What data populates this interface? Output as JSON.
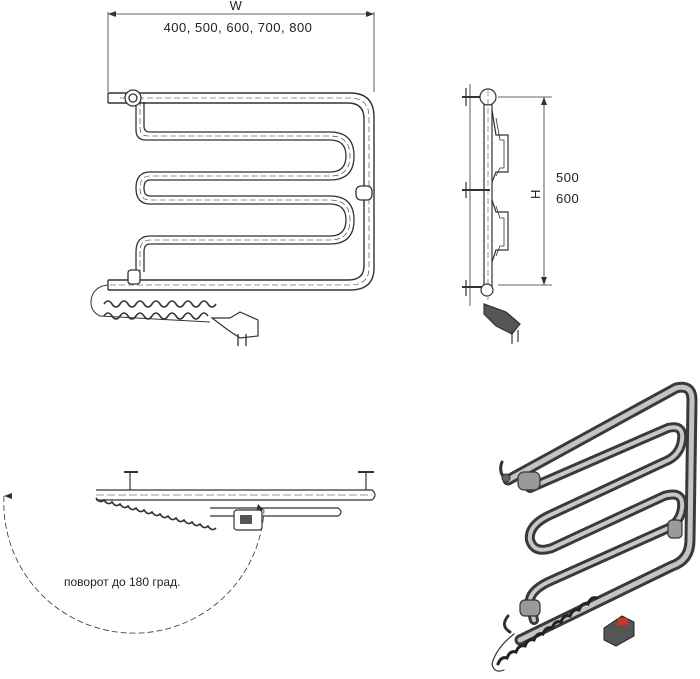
{
  "front_view": {
    "width_symbol": "W",
    "width_values": "400, 500, 600, 700, 800"
  },
  "side_view": {
    "height_symbol": "H",
    "height_value_1": "500",
    "height_value_2": "600"
  },
  "top_view": {
    "rotation_note": "поворот до 180 град."
  },
  "iso_view": {},
  "colors": {
    "line": "#333333",
    "pipe_dark": "#4a4a4a",
    "pipe_light": "#bdbdbd",
    "plug_red": "#c0392b"
  }
}
